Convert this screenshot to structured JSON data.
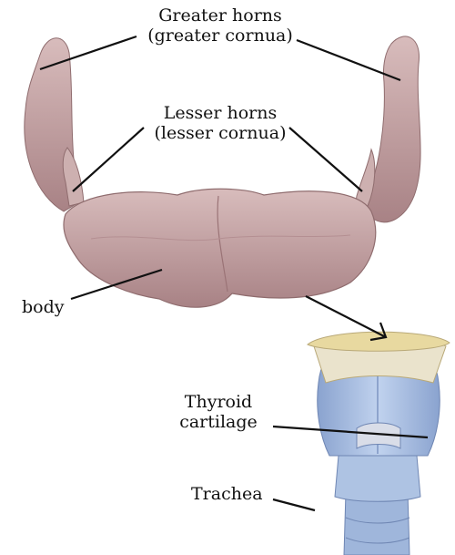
{
  "labels": {
    "greater_horns": {
      "line1": "Greater horns",
      "line2": "(greater cornua)"
    },
    "lesser_horns": {
      "line1": "Lesser horns",
      "line2": "(lesser cornua)"
    },
    "body": "body",
    "thyroid": {
      "line1": "Thyroid",
      "line2": "cartilage"
    },
    "trachea": "Trachea"
  },
  "colors": {
    "hyoid_bone": "#c9a6a6",
    "hyoid_shadow": "#8f6c6e",
    "thyroid_cartilage": "#a9c0e0",
    "cartilage_shadow": "#6f86b3",
    "membrane": "#e8d9a0",
    "leader_line": "#111111"
  }
}
